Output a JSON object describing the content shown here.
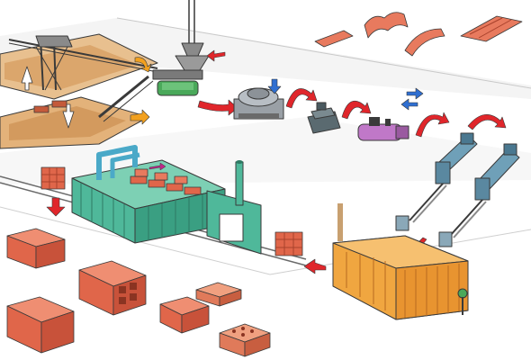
{
  "diagram": {
    "kind": "brick-manufacturing-process-illustration",
    "colors": {
      "brick": "#e0664a",
      "brick_dark": "#a8412c",
      "sand": "#e3b27a",
      "kiln_green": "#4fb89a",
      "dryer_orange": "#f0a640",
      "machine_blue": "#6fa0b8",
      "pipe_blue": "#4aa9c8",
      "arrow_red": "#e0262b",
      "arrow_orange": "#f2a01e",
      "arrow_blue": "#2f6fd1",
      "outline": "#3a3a3a",
      "rail": "#6a6a6a"
    },
    "stages": [
      {
        "id": "clay-quarry",
        "icon": "quarry-pit-icon"
      },
      {
        "id": "excavator-conveyor",
        "icon": "conveyor-crane-icon"
      },
      {
        "id": "hopper-feeder",
        "icon": "hopper-icon"
      },
      {
        "id": "crusher-mill",
        "icon": "mill-icon"
      },
      {
        "id": "mixer",
        "icon": "mixer-icon"
      },
      {
        "id": "extruder-press",
        "icon": "press-icon"
      },
      {
        "id": "cutting-presses",
        "icon": "cylinder-press-icon"
      },
      {
        "id": "dryer",
        "icon": "dryer-chamber-icon"
      },
      {
        "id": "tunnel-kiln",
        "icon": "kiln-icon"
      },
      {
        "id": "finished-stacks",
        "icon": "brick-pallet-icon"
      }
    ],
    "products": [
      {
        "id": "flat-roof-tile",
        "icon": "flat-tile-icon"
      },
      {
        "id": "interlocking-tile",
        "icon": "interlock-tile-icon"
      },
      {
        "id": "curved-tile",
        "icon": "curved-tile-icon"
      },
      {
        "id": "ridged-tile",
        "icon": "ridged-tile-icon"
      },
      {
        "id": "hollow-block-large",
        "icon": "hollow-brick-icon"
      },
      {
        "id": "hollow-block-medium",
        "icon": "hollow-brick-icon"
      },
      {
        "id": "solid-brick",
        "icon": "solid-brick-icon"
      },
      {
        "id": "perforated-brick",
        "icon": "perforated-brick-icon"
      }
    ]
  }
}
